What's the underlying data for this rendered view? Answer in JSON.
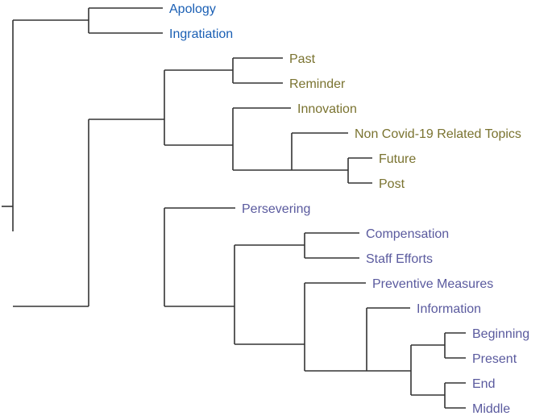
{
  "colors": {
    "line": "#333333",
    "group_blue": "#1a5fb4",
    "group_olive": "#7a7330",
    "group_purple": "#5a5a9e"
  },
  "leaves": [
    {
      "id": "apology",
      "label": "Apology",
      "group": "group_blue"
    },
    {
      "id": "ingratiation",
      "label": "Ingratiation",
      "group": "group_blue"
    },
    {
      "id": "past",
      "label": "Past",
      "group": "group_olive"
    },
    {
      "id": "reminder",
      "label": "Reminder",
      "group": "group_olive"
    },
    {
      "id": "innovation",
      "label": "Innovation",
      "group": "group_olive"
    },
    {
      "id": "non-covid",
      "label": "Non Covid-19 Related Topics",
      "group": "group_olive"
    },
    {
      "id": "future",
      "label": "Future",
      "group": "group_olive"
    },
    {
      "id": "post",
      "label": "Post",
      "group": "group_olive"
    },
    {
      "id": "persevering",
      "label": "Persevering",
      "group": "group_purple"
    },
    {
      "id": "compensation",
      "label": "Compensation",
      "group": "group_purple"
    },
    {
      "id": "staff-efforts",
      "label": "Staff Efforts",
      "group": "group_purple"
    },
    {
      "id": "preventive-measures",
      "label": "Preventive Measures",
      "group": "group_purple"
    },
    {
      "id": "information",
      "label": "Information",
      "group": "group_purple"
    },
    {
      "id": "beginning",
      "label": "Beginning",
      "group": "group_purple"
    },
    {
      "id": "present",
      "label": "Present",
      "group": "group_purple"
    },
    {
      "id": "end",
      "label": "End",
      "group": "group_purple"
    },
    {
      "id": "middle",
      "label": "Middle",
      "group": "group_purple"
    }
  ]
}
